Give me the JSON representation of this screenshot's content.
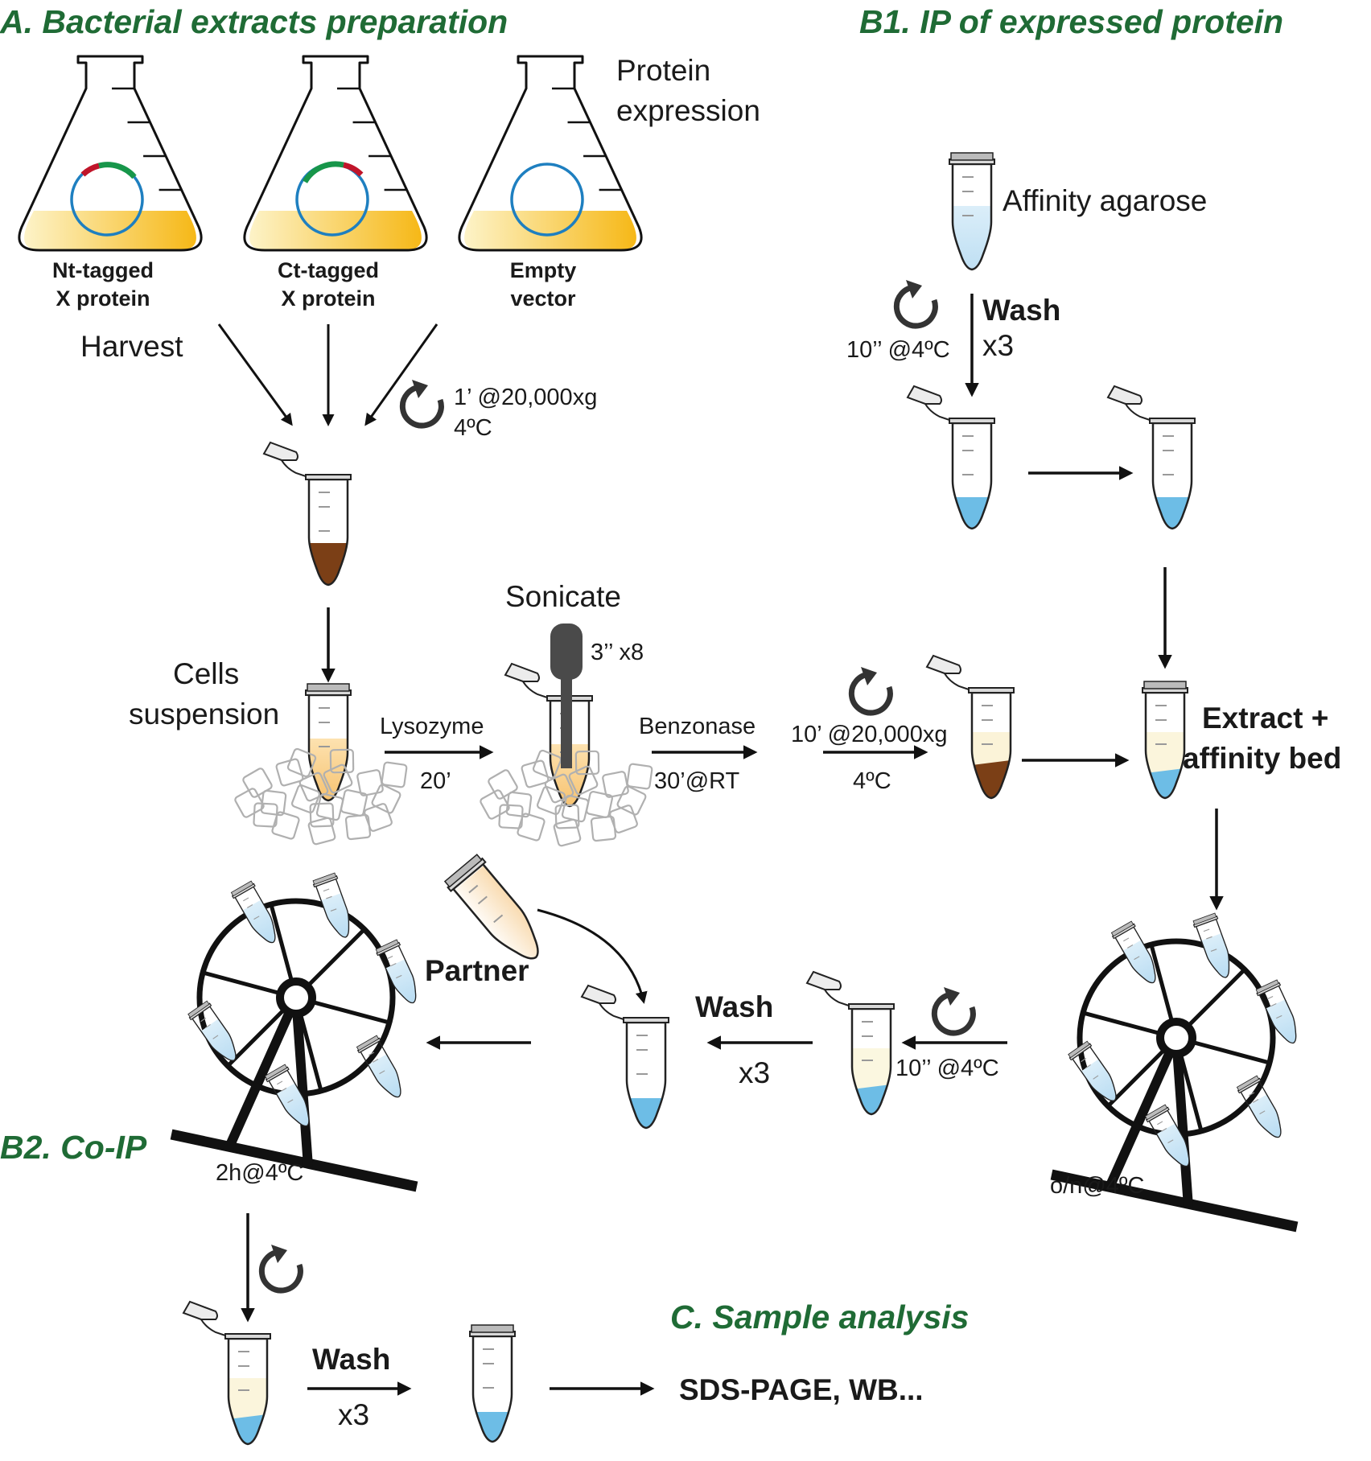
{
  "colors": {
    "section": "#1f6b35",
    "culture": "#f6b817",
    "pellet": "#7b3f16",
    "beads": "#6dbde6",
    "plasmid": "#1e7fc0",
    "tag_green": "#17964a",
    "tag_red": "#c0152a"
  },
  "sections": {
    "a": "A. Bacterial extracts preparation",
    "b1": "B1. IP of expressed protein",
    "b2": "B2. Co-IP",
    "c": "C. Sample analysis"
  },
  "flasks": [
    {
      "line1": "Nt-tagged",
      "line2": "X protein",
      "plasmid": "nt-tag"
    },
    {
      "line1": "Ct-tagged",
      "line2": "X protein",
      "plasmid": "ct-tag"
    },
    {
      "line1": "Empty",
      "line2": "vector",
      "plasmid": "empty"
    }
  ],
  "labels": {
    "protein_expression_1": "Protein",
    "protein_expression_2": "expression",
    "harvest": "Harvest",
    "spin1_line1": "1’ @20,000xg",
    "spin1_line2": "4ºC",
    "cells_1": "Cells",
    "cells_2": "suspension",
    "sonicate": "Sonicate",
    "sonicate_time": "3’’ x8",
    "lysozyme": "Lysozyme",
    "lysozyme_time": "20’",
    "benzonase": "Benzonase",
    "benzonase_time": "30’@RT",
    "spin2_line1": "10’ @20,000xg",
    "spin2_line2": "4ºC",
    "affinity_agarose": "Affinity agarose",
    "wash_b1": "Wash",
    "wash_b1_x": "x3",
    "wash_b1_spin": "10’’ @4ºC",
    "extract_1": "Extract +",
    "extract_2": "affinity bed",
    "on_incubation": "o/n@4ºC",
    "wash2_spin": "10’’ @4ºC",
    "wash2": "Wash",
    "wash2_x": "x3",
    "partner": "Partner",
    "coip_incubation": "2h@4ºC",
    "wash3": "Wash",
    "wash3_x": "x3",
    "analysis": "SDS-PAGE, WB..."
  }
}
